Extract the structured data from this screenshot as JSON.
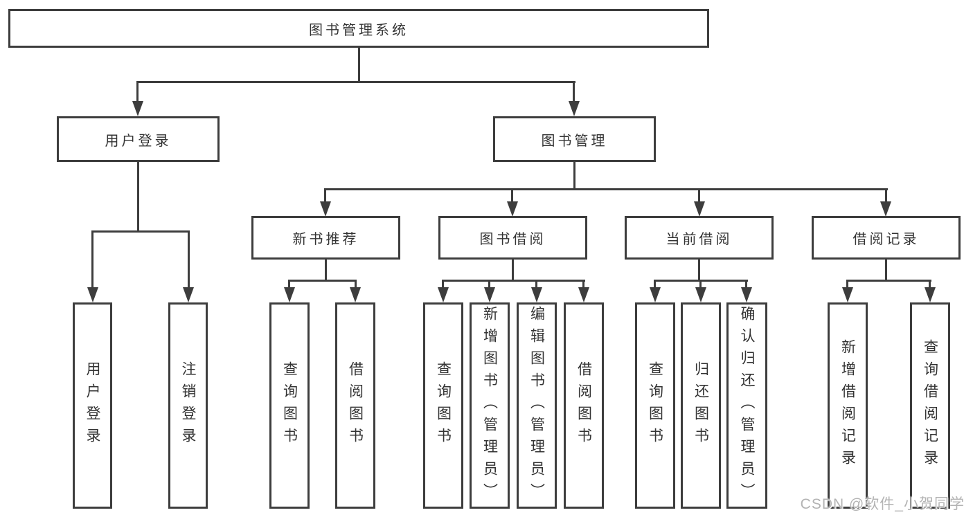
{
  "colors": {
    "line_color": "#3d3d3d",
    "text_color": "#333333",
    "box_bg": "#ffffff",
    "canvas_bg": "#ffffff",
    "watermark_color": "#b3b3b3"
  },
  "watermark": "CSDN @软件_小贺同学",
  "tree": {
    "root_label": "图书管理系统",
    "branches": [
      {
        "label": "用户登录",
        "children": [
          {
            "label": "用户登录"
          },
          {
            "label": "注销登录"
          }
        ]
      },
      {
        "label": "图书管理",
        "children": [
          {
            "label": "新书推荐",
            "children": [
              {
                "label": "查询图书"
              },
              {
                "label": "借阅图书"
              }
            ]
          },
          {
            "label": "图书借阅",
            "children": [
              {
                "label": "查询图书"
              },
              {
                "label": "新增图书（管理员）"
              },
              {
                "label": "编辑图书（管理员）"
              },
              {
                "label": "借阅图书"
              }
            ]
          },
          {
            "label": "当前借阅",
            "children": [
              {
                "label": "查询图书"
              },
              {
                "label": "归还图书"
              },
              {
                "label": "确认归还（管理员）"
              }
            ]
          },
          {
            "label": "借阅记录",
            "children": [
              {
                "label": "新增借阅记录"
              },
              {
                "label": "查询借阅记录"
              }
            ]
          }
        ]
      }
    ]
  }
}
